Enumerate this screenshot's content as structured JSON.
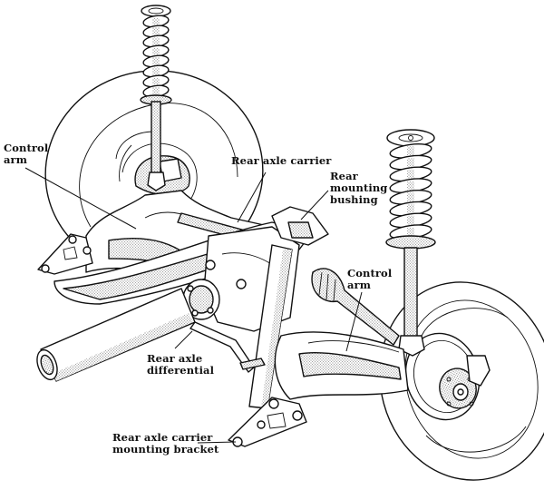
{
  "title": "Rear suspension assembly",
  "labels": {
    "control_arm_left": "Control\narm",
    "rear_axle_carrier": "Rear axle carrier",
    "rear_mounting_bushing": "Rear\nmounting\nbushing",
    "control_arm_right": "Control\narm",
    "rear_axle_differential": "Rear axle\ndifferential",
    "rear_axle_carrier_mounting_bracket": "Rear axle carrier\nmounting bracket"
  },
  "colors": {
    "ink": "#111111",
    "background": "#ffffff",
    "stipple": "#9a9a9a"
  }
}
